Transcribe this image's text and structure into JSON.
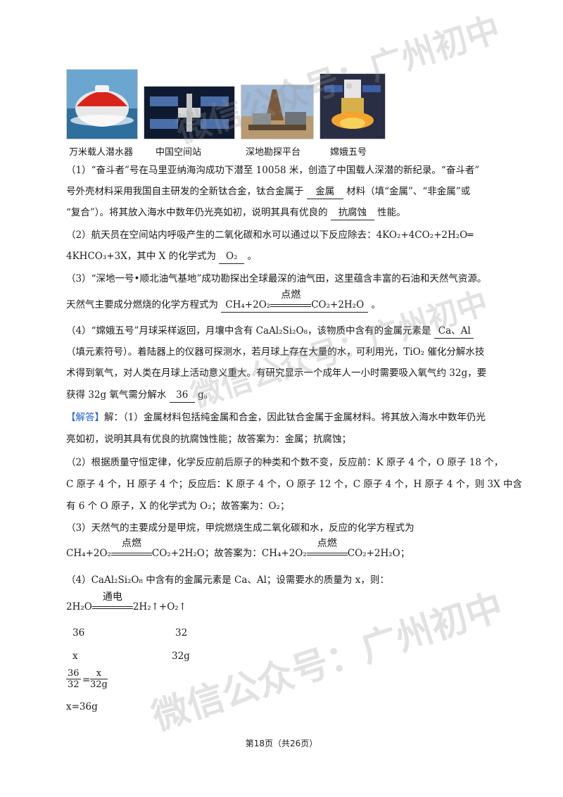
{
  "images": [
    {
      "caption": "万米载人潜水器",
      "icon": "submersible-photo"
    },
    {
      "caption": "中国空间站",
      "icon": "space-station-photo"
    },
    {
      "caption": "深地勘探平台",
      "icon": "drilling-platform-photo"
    },
    {
      "caption": "嫦娥五号",
      "icon": "lunar-probe-photo"
    }
  ],
  "q1": {
    "line1": "（1）“奋斗者”号在马里亚纳海沟成功下潜至 10058 米，创造了中国载人深潜的新纪录。“奋斗者”",
    "line2a": "号外壳材料采用我国自主研发的全新钛合金，钛合金属于 ",
    "ans1": "金属",
    "line2b": " 材料（填“金属”、“非金属”或",
    "line3a": "“复合”）。将其放入海水中数年仍光亮如初，说明其具有优良的 ",
    "ans2": "抗腐蚀",
    "line3b": " 性能。"
  },
  "q2": {
    "line1": "（2）航天员在空间站内呼吸产生的二氧化碳和水可以通过以下反应除去：4KO₂+4CO₂+2H₂O═",
    "line2a": "4KHCO₃+3X，其中 X 的化学式为 ",
    "ans": "O₂",
    "line2b": " 。"
  },
  "q3": {
    "line1": "（3）“深地一号•顺北油气基地”成功勘探出全球最深的油气田，这里蕴含丰富的石油和天然气资源。",
    "line2a": "天然气主要成分燃烧的化学方程式为 ",
    "eq_left": "CH₄+2O₂",
    "condition": "点燃",
    "eq_right": "CO₂+2H₂O",
    "line2b": " 。"
  },
  "q4": {
    "line1a": "（4）“嫦娥五号”月球采样返回，月壤中含有 CaAl₂Si₂O₈，该物质中含有的金属元素是 ",
    "ans1": "Ca、Al",
    "line2": "（填元素符号）。着陆器上的仪器可探测水，若月球上存在大量的水，可利用光，TiO₂ 催化分解水技",
    "line3": "术得到氧气，对人类在月球上活动意义重大。有研究显示一个成年人一小时需要吸入氧气约 32g，要",
    "line4a": "获得 32g 氧气需分解水 ",
    "ans2": "36",
    "line4b": " g。"
  },
  "solution": {
    "tag": "【解答】",
    "s1a": "解：（1）金属材料包括纯金属和合金，因此钛合金属于金属材料。将其放入海水中数年仍光",
    "s1b": "亮如初，说明其具有优良的抗腐蚀性能；故答案为：金属；抗腐蚀；",
    "s2a": "（2）根据质量守恒定律，化学反应前后原子的种类和个数不变，反应前：K 原子 4 个，O 原子 18 个，",
    "s2b": "C 原子 4 个，H 原子 4 个；反应后：K 原子 4 个，O 原子 12 个，C 原子 4 个，H 原子 4 个，则 3X 中含",
    "s2c": "有 6 个 O 原子，X 的化学式为 O₂；故答案为：O₂；",
    "s3a": "（3）天然气的主要成分是甲烷，甲烷燃烧生成二氧化碳和水，反应的化学方程式为",
    "s3_eq_left": "CH₄+2O₂",
    "s3_cond": "点燃",
    "s3_eq_right": "CO₂+2H₂O",
    "s3_mid": "；故答案为：",
    "s3_eq2_left": "CH₄+2O₂",
    "s3_eq2_right": "CO₂+2H₂O；",
    "s4a": "（4）CaAl₂Si₂O₈ 中含有的金属元素是 Ca、Al；设需要水的质量为 x，则：",
    "eq4_left": "2H₂O",
    "eq4_cond": "通电",
    "eq4_right": "2H₂↑+O₂↑",
    "m1": "36",
    "m2": "32",
    "v1": "x",
    "v2": "32g",
    "frac_left_num": "36",
    "frac_left_den": "32",
    "frac_eq": "=",
    "frac_right_num": "x",
    "frac_right_den": "32g",
    "result": "x=36g"
  },
  "watermark": "微信公众号：广州初中",
  "footer": "第18页（共26页）"
}
